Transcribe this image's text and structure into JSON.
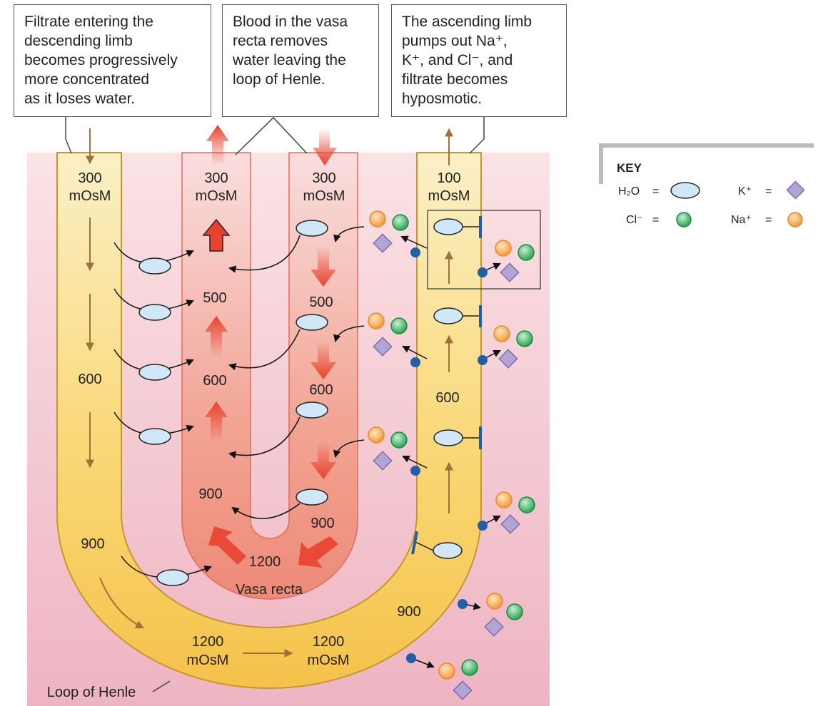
{
  "callouts": [
    {
      "lines": [
        "Filtrate entering the",
        "descending limb",
        "becomes progressively",
        "more concentrated",
        "as it loses water."
      ]
    },
    {
      "lines": [
        "Blood in the vasa",
        "recta removes",
        "water leaving the",
        "loop of Henle."
      ]
    },
    {
      "lines": [
        "The ascending limb",
        "pumps out Na⁺,",
        "K⁺, and Cl⁻, and",
        "filtrate becomes",
        "hyposmotic."
      ]
    }
  ],
  "labels": {
    "desc_top_value": "300",
    "desc_top_unit": "mOsM",
    "vr_up_top_value": "300",
    "vr_up_top_unit": "mOsM",
    "vr_down_top_value": "300",
    "vr_down_top_unit": "mOsM",
    "asc_top_value": "100",
    "asc_top_unit": "mOsM",
    "desc_600": "600",
    "desc_900": "900",
    "vr_up_500": "500",
    "vr_up_600": "600",
    "vr_up_900": "900",
    "vr_down_500": "500",
    "vr_down_600": "600",
    "vr_down_900": "900",
    "vr_bottom": "1200",
    "vasa_recta": "Vasa recta",
    "asc_600": "600",
    "asc_900": "900",
    "bottom_left_value": "1200",
    "bottom_left_unit": "mOsM",
    "bottom_right_value": "1200",
    "bottom_right_unit": "mOsM",
    "loop_of_henle": "Loop of Henle"
  },
  "key": {
    "title": "KEY",
    "water": "H₂O",
    "potassium": "K⁺",
    "chloride": "Cl⁻",
    "sodium": "Na⁺",
    "equals": "="
  },
  "colors": {
    "background": "#f0bcc8",
    "tubule_fill": "#f9d877",
    "tubule_stroke": "#c8962a",
    "vessel_fill": "#f0907f",
    "red_arrow": "#e8422f",
    "brown_arrow": "#a0723a",
    "water": "#cfe7f7",
    "sodium": "#f7a64a",
    "chloride": "#3cb863",
    "potassium": "#b3a4d6",
    "pump": "#1f5fa8"
  }
}
